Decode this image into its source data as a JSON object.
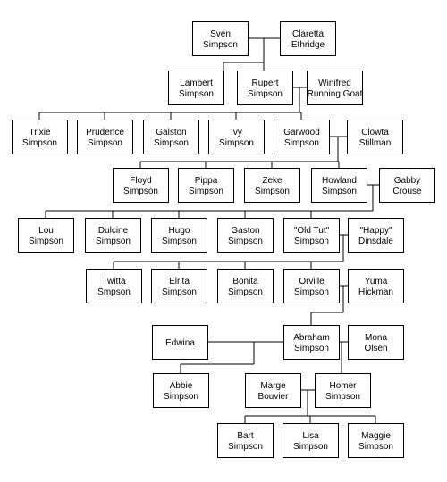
{
  "people": {
    "sven": [
      "Sven",
      "Simpson"
    ],
    "claretta": [
      "Claretta",
      "Ethridge"
    ],
    "lambert": [
      "Lambert",
      "Simpson"
    ],
    "rupert": [
      "Rupert",
      "Simpson"
    ],
    "winifred": [
      "Winifred",
      "Running Goat"
    ],
    "trixie": [
      "Trixie",
      "Simpson"
    ],
    "prudence": [
      "Prudence",
      "Simpson"
    ],
    "galston": [
      "Galston",
      "Simpson"
    ],
    "ivy": [
      "Ivy",
      "Simpson"
    ],
    "garwood": [
      "Garwood",
      "Simpson"
    ],
    "clowta": [
      "Clowta",
      "Stillman"
    ],
    "floyd": [
      "Floyd",
      "Simpson"
    ],
    "pippa": [
      "Pippa",
      "Simpson"
    ],
    "zeke": [
      "Zeke",
      "Simpson"
    ],
    "howland": [
      "Howland",
      "Simpson"
    ],
    "gabby": [
      "Gabby",
      "Crouse"
    ],
    "lou": [
      "Lou",
      "Simpson"
    ],
    "dulcine": [
      "Dulcine",
      "Simpson"
    ],
    "hugo": [
      "Hugo",
      "Simpson"
    ],
    "gaston": [
      "Gaston",
      "Simpson"
    ],
    "oldtut": [
      "\"Old Tut\"",
      "Simpson"
    ],
    "happy": [
      "\"Happy\"",
      "Dinsdale"
    ],
    "twitta": [
      "Twitta",
      "Smpson"
    ],
    "elrita": [
      "Elrita",
      "Simpson"
    ],
    "bonita": [
      "Bonita",
      "Simpson"
    ],
    "orville": [
      "Orville",
      "Simpson"
    ],
    "yuma": [
      "Yuma",
      "Hickman"
    ],
    "edwina": [
      "Edwina"
    ],
    "abraham": [
      "Abraham",
      "Simpson"
    ],
    "mona": [
      "Mona",
      "Olsen"
    ],
    "abbie": [
      "Abbie",
      "Simpson"
    ],
    "marge": [
      "Marge",
      "Bouvier"
    ],
    "homer": [
      "Homer",
      "Simpson"
    ],
    "bart": [
      "Bart",
      "Simpson"
    ],
    "lisa": [
      "Lisa",
      "Simpson"
    ],
    "maggie": [
      "Maggie",
      "Simpson"
    ]
  }
}
